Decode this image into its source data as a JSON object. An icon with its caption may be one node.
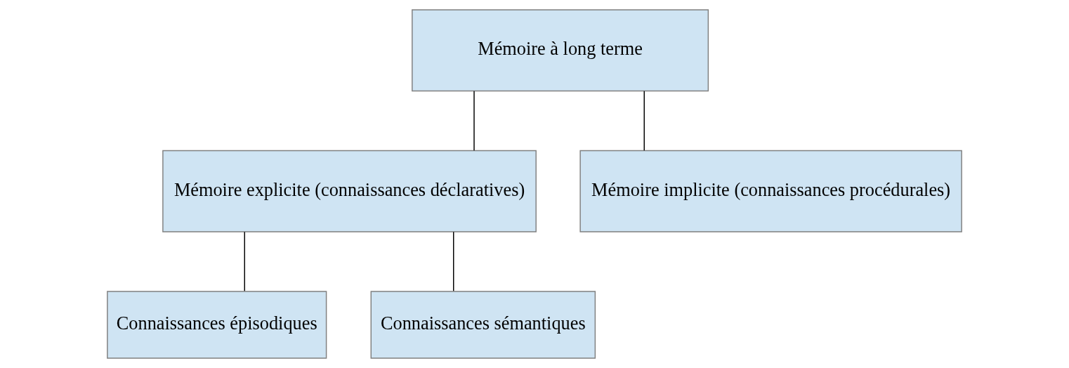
{
  "diagram": {
    "nodes": [
      {
        "text": [
          "Mémoire à long terme"
        ]
      },
      {
        "text": [
          "Mémoire explicite (connaissances déclaratives)"
        ]
      },
      {
        "text": [
          "Mémoire implicite (connaissances procédurales)"
        ]
      },
      {
        "text": [
          "Connaissances épisodiques"
        ]
      },
      {
        "text": [
          "Connaissances sémantiques"
        ]
      }
    ],
    "edges": [
      {
        "from": 0,
        "to": 1,
        "arrow": "none"
      },
      {
        "from": 0,
        "to": 2,
        "arrow": "none"
      },
      {
        "from": 1,
        "to": 3,
        "arrow": "none"
      },
      {
        "from": 1,
        "to": 4,
        "arrow": "none"
      }
    ]
  }
}
